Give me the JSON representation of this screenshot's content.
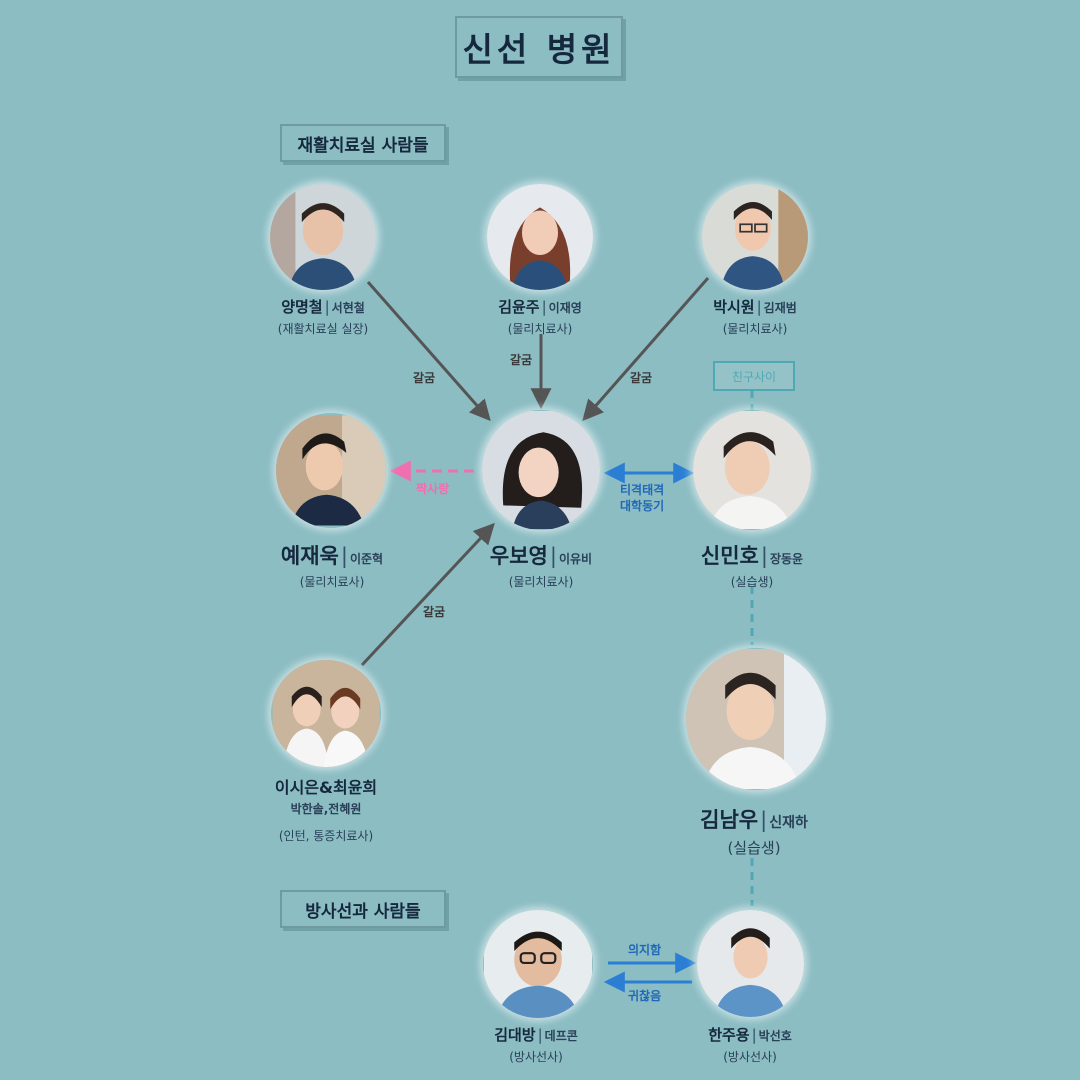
{
  "title": "신선 병원",
  "sections": {
    "rehab": "재활치료실 사람들",
    "radiology": "방사선과 사람들"
  },
  "characters": {
    "yang": {
      "name": "양명철",
      "actor": "서현철",
      "role": "(재활치료실 실장)"
    },
    "kimyj": {
      "name": "김윤주",
      "actor": "이재영",
      "role": "(물리치료사)"
    },
    "park": {
      "name": "박시원",
      "actor": "김재범",
      "role": "(물리치료사)"
    },
    "ye": {
      "name": "예재욱",
      "actor": "이준혁",
      "role": "(물리치료사)"
    },
    "woo": {
      "name": "우보영",
      "actor": "이유비",
      "role": "(물리치료사)"
    },
    "shin": {
      "name": "신민호",
      "actor": "장동윤",
      "role": "(실습생)"
    },
    "lee": {
      "name": "이시은&최윤희",
      "actor": "박한솔,전혜원",
      "role": "(인턴, 통증치료사)"
    },
    "kimnw": {
      "name": "김남우",
      "actor": "신재하",
      "role": "(실습생)"
    },
    "kimdb": {
      "name": "김대방",
      "actor": "데프콘",
      "role": "(방사선사)"
    },
    "han": {
      "name": "한주용",
      "actor": "박선호",
      "role": "(방사선사)"
    }
  },
  "relations": {
    "conflict": "갈굼",
    "crush": "짝사랑",
    "rival_classmate_line1": "티격태격",
    "rival_classmate_line2": "대학동기",
    "friends": "친구사이",
    "depend": "의지함",
    "annoyed": "귀찮음"
  },
  "colors": {
    "background": "#8bbdc3",
    "arrow_dark": "#555555",
    "arrow_blue": "#2a7fd4",
    "arrow_pink": "#ef6fb0",
    "friend_line": "#4fa8b4"
  }
}
